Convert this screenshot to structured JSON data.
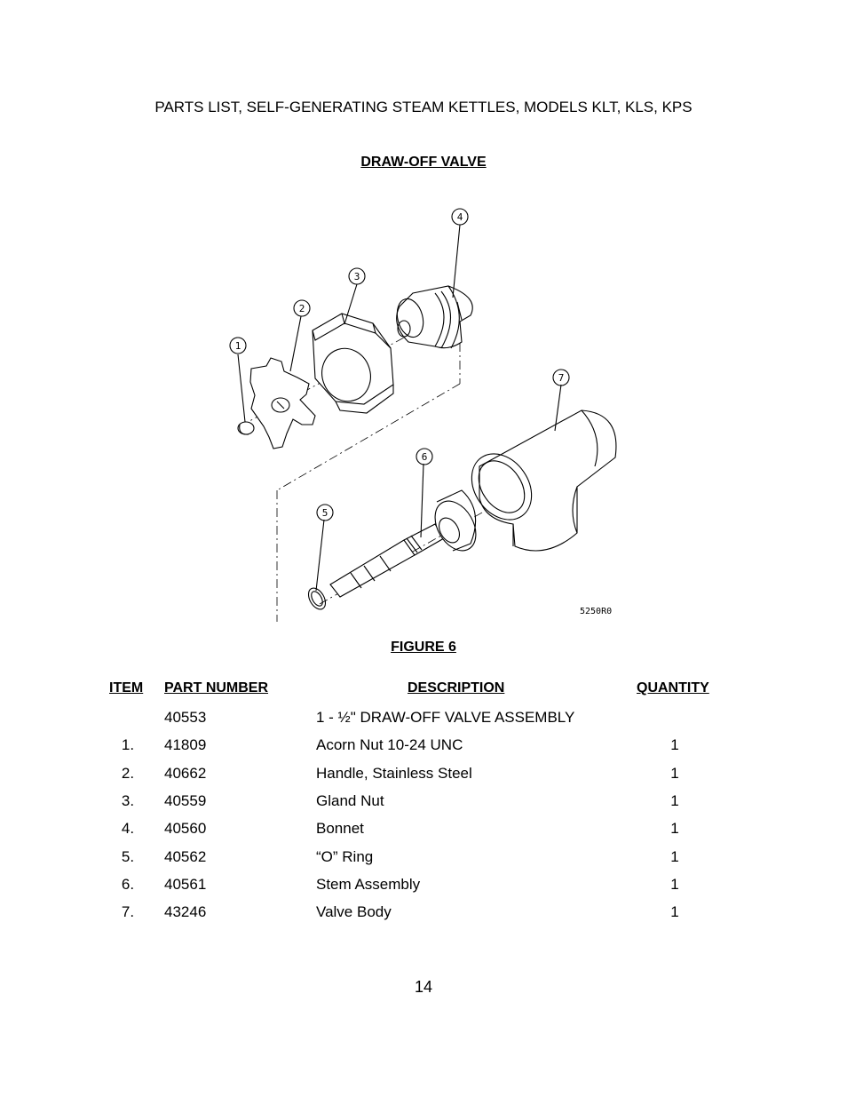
{
  "header": {
    "title": "PARTS LIST, SELF-GENERATING STEAM KETTLES, MODELS KLT, KLS, KPS",
    "section": "DRAW-OFF VALVE"
  },
  "figure": {
    "callouts": [
      "1",
      "2",
      "3",
      "4",
      "5",
      "6",
      "7"
    ],
    "drawing_code": "5250R0",
    "caption": "FIGURE 6"
  },
  "table": {
    "headers": {
      "item": "ITEM",
      "part_number": "PART NUMBER",
      "description": "DESCRIPTION",
      "quantity": "QUANTITY"
    },
    "rows": [
      {
        "item": "",
        "part": "40553",
        "desc": "1 - ½\" DRAW-OFF VALVE ASSEMBLY",
        "qty": ""
      },
      {
        "item": "1.",
        "part": "41809",
        "desc": "Acorn Nut 10-24 UNC",
        "qty": "1"
      },
      {
        "item": "2.",
        "part": "40662",
        "desc": "Handle, Stainless Steel",
        "qty": "1"
      },
      {
        "item": "3.",
        "part": "40559",
        "desc": "Gland Nut",
        "qty": "1"
      },
      {
        "item": "4.",
        "part": "40560",
        "desc": "Bonnet",
        "qty": "1"
      },
      {
        "item": "5.",
        "part": "40562",
        "desc": "“O” Ring",
        "qty": "1"
      },
      {
        "item": "6.",
        "part": "40561",
        "desc": "Stem Assembly",
        "qty": "1"
      },
      {
        "item": "7.",
        "part": "43246",
        "desc": "Valve Body",
        "qty": "1"
      }
    ]
  },
  "footer": {
    "page_number": "14"
  }
}
